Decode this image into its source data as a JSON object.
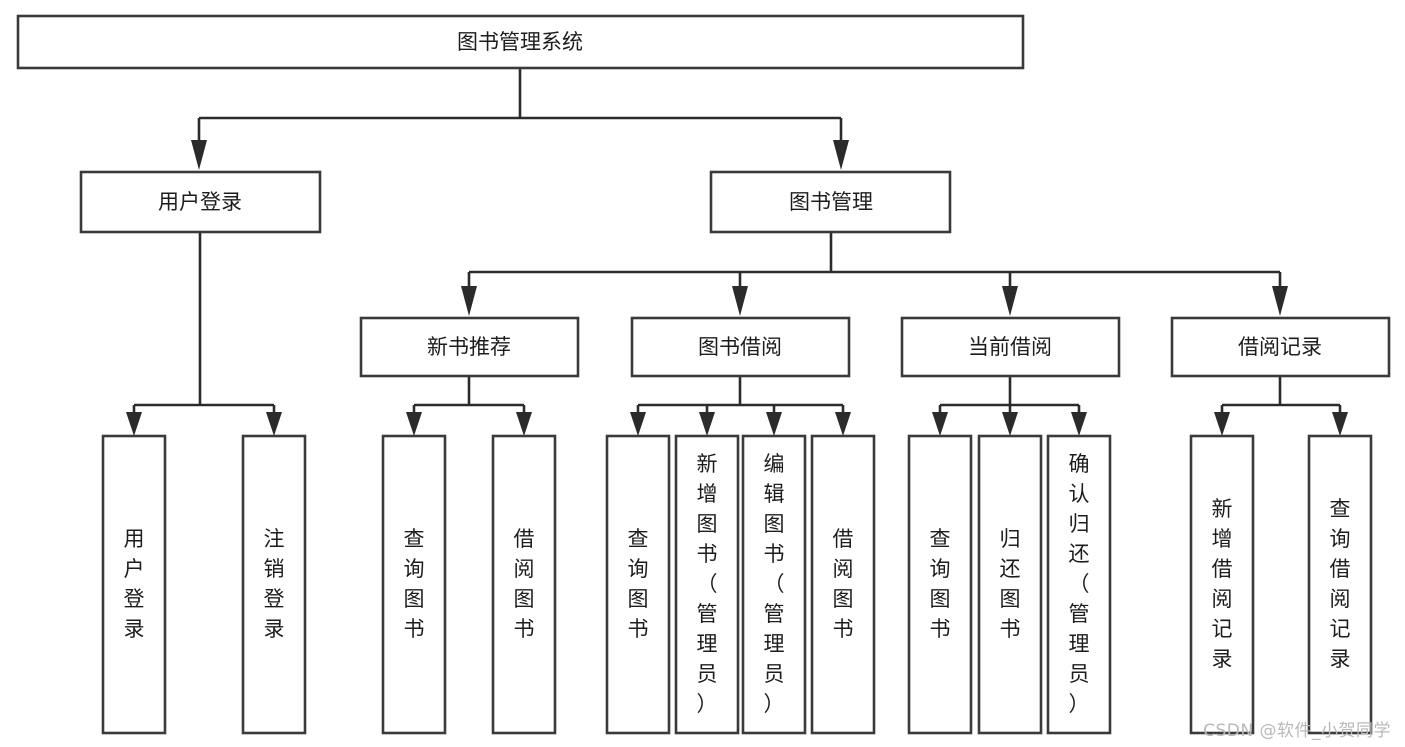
{
  "diagram": {
    "title": "图书管理系统",
    "type": "tree",
    "orientation": "top-down",
    "colors": {
      "box_stroke": "#3a3a3a",
      "box_fill": "#ffffff",
      "connector": "#2b2b2b",
      "text": "#1d1d1d",
      "watermark": "#b9b9b9",
      "background": "#ffffff"
    },
    "root": {
      "id": "root",
      "label": "图书管理系统",
      "orientation": "horizontal"
    },
    "level2": [
      {
        "id": "user-login",
        "label": "用户登录",
        "orientation": "horizontal"
      },
      {
        "id": "book-management",
        "label": "图书管理",
        "orientation": "horizontal"
      }
    ],
    "level3": [
      {
        "id": "new-book-recommend",
        "label": "新书推荐",
        "parent": "book-management",
        "orientation": "horizontal"
      },
      {
        "id": "book-borrow",
        "label": "图书借阅",
        "parent": "book-management",
        "orientation": "horizontal"
      },
      {
        "id": "current-borrow",
        "label": "当前借阅",
        "parent": "book-management",
        "orientation": "horizontal"
      },
      {
        "id": "borrow-record",
        "label": "借阅记录",
        "parent": "book-management",
        "orientation": "horizontal"
      }
    ],
    "leaves": [
      {
        "id": "leaf-user-login",
        "label": "用户登录",
        "parent": "user-login",
        "orientation": "vertical"
      },
      {
        "id": "leaf-logout-login",
        "label": "注销登录",
        "parent": "user-login",
        "orientation": "vertical"
      },
      {
        "id": "leaf-query-book-1",
        "label": "查询图书",
        "parent": "new-book-recommend",
        "orientation": "vertical"
      },
      {
        "id": "leaf-borrow-book-1",
        "label": "借阅图书",
        "parent": "new-book-recommend",
        "orientation": "vertical"
      },
      {
        "id": "leaf-query-book-2",
        "label": "查询图书",
        "parent": "book-borrow",
        "orientation": "vertical"
      },
      {
        "id": "leaf-add-book",
        "label": "新增图书（管理员）",
        "parent": "book-borrow",
        "orientation": "vertical"
      },
      {
        "id": "leaf-edit-book",
        "label": "编辑图书（管理员）",
        "parent": "book-borrow",
        "orientation": "vertical"
      },
      {
        "id": "leaf-borrow-book-2",
        "label": "借阅图书",
        "parent": "book-borrow",
        "orientation": "vertical"
      },
      {
        "id": "leaf-query-book-3",
        "label": "查询图书",
        "parent": "current-borrow",
        "orientation": "vertical"
      },
      {
        "id": "leaf-return-book",
        "label": "归还图书",
        "parent": "current-borrow",
        "orientation": "vertical"
      },
      {
        "id": "leaf-confirm-return",
        "label": "确认归还（管理员）",
        "parent": "current-borrow",
        "orientation": "vertical"
      },
      {
        "id": "leaf-add-record",
        "label": "新增借阅记录",
        "parent": "borrow-record",
        "orientation": "vertical"
      },
      {
        "id": "leaf-query-record",
        "label": "查询借阅记录",
        "parent": "borrow-record",
        "orientation": "vertical"
      }
    ]
  },
  "watermark": {
    "text": "CSDN @软件_小贺同学"
  }
}
